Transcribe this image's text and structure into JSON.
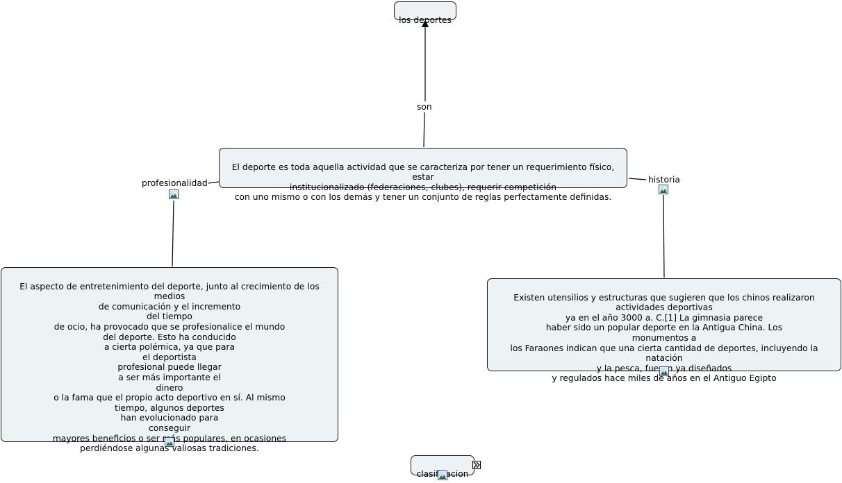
{
  "nodes": {
    "root": "los deportes",
    "definition": "El deporte es toda aquella actividad que se caracteriza por tener un requerimiento físico, estar\ninstitucionalizado (federaciones, clubes), requerir competición\ncon uno mismo o con los demás y tener un conjunto de reglas perfectamente definidas.",
    "profesionalidad_text": "El aspecto de entretenimiento del deporte, junto al crecimiento de los medios\nde comunicación y el incremento\ndel tiempo\nde ocio, ha provocado que se profesionalice el mundo\ndel deporte. Esto ha conducido\na cierta polémica, ya que para\nel deportista\nprofesional puede llegar\na ser más importante el\ndinero\no la fama que el propio acto deportivo en sí. Al mismo\ntiempo, algunos deportes\nhan evolucionado para\nconseguir\nmayores beneficios o ser más populares, en ocasiones\nperdiéndose algunas valiosas tradiciones.",
    "historia_text": "Existen utensilios y estructuras que sugieren que los chinos realizaron\nactividades deportivas\nya en el año 3000 a. C.[1] La gimnasia parece\nhaber sido un popular deporte en la Antigua China. Los\nmonumentos a\nlos Faraones indican que una cierta cantidad de deportes, incluyendo la natación\ny la pesca, fueron ya diseñados\ny regulados hace miles de años en el Antiguo Egipto",
    "clasificacion": "clasificacion"
  },
  "links": {
    "son": "son",
    "profesionalidad": "profesionalidad",
    "historia": "historia"
  },
  "icons": {
    "resource": "image-resource-icon",
    "expand": "expand-icon"
  },
  "colors": {
    "node_fill": "#edf3f5",
    "node_border": "#1a1a1a",
    "icon_border": "#2a4d8f"
  }
}
